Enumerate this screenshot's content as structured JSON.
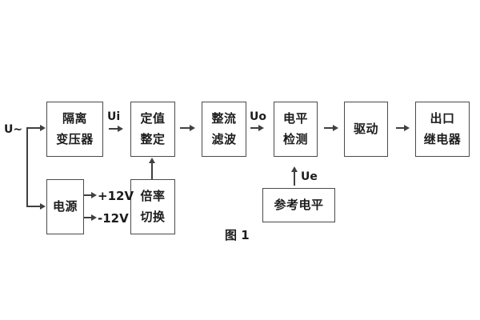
{
  "figure": {
    "caption": "图 1"
  },
  "signals": {
    "input": "U~",
    "ui": "Ui",
    "uo": "Uo",
    "ue": "Ue",
    "rail_pos": "+12V",
    "rail_neg": "-12V"
  },
  "blocks": {
    "isolation_transformer": {
      "line1": "隔离",
      "line2": "变压器"
    },
    "setpoint": {
      "line1": "定值",
      "line2": "整定"
    },
    "rectifier_filter": {
      "line1": "整流",
      "line2": "滤波"
    },
    "level_detector": {
      "line1": "电平",
      "line2": "检测"
    },
    "driver": {
      "label": "驱动"
    },
    "output_relay": {
      "line1": "出口",
      "line2": "继电器"
    },
    "power_supply": {
      "label": "电源"
    },
    "ratio_switch": {
      "line1": "倍率",
      "line2": "切换"
    },
    "reference_level": {
      "label": "参考电平"
    }
  },
  "colors": {
    "background": "#ffffff",
    "line": "#404040",
    "border": "#4a4a4a",
    "text": "#1c1c1c"
  }
}
